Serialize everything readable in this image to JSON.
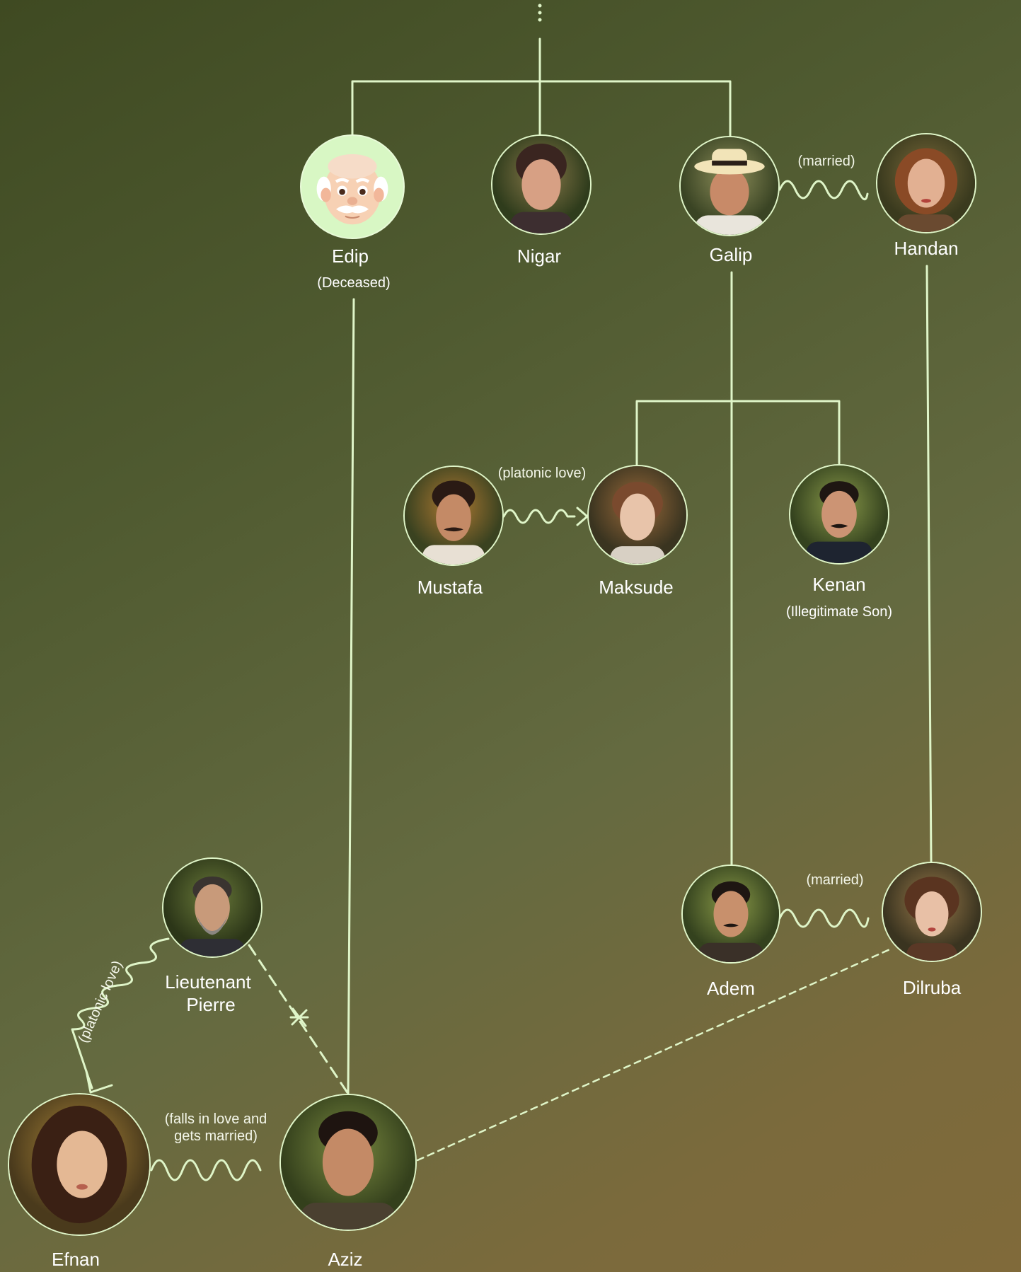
{
  "colors": {
    "line": "#dff5c8",
    "text": "#ffffff",
    "emoji_bg": "#d8f7c4"
  },
  "people": {
    "edip": {
      "name": "Edip",
      "note": "(Deceased)",
      "icon": "old-man-emoji-icon"
    },
    "nigar": {
      "name": "Nigar"
    },
    "galip": {
      "name": "Galip"
    },
    "handan": {
      "name": "Handan"
    },
    "mustafa": {
      "name": "Mustafa"
    },
    "maksude": {
      "name": "Maksude"
    },
    "kenan": {
      "name": "Kenan",
      "note": "(Illegitimate Son)"
    },
    "adem": {
      "name": "Adem"
    },
    "dilruba": {
      "name": "Dilruba"
    },
    "pierre": {
      "name_line1": "Lieutenant",
      "name_line2": "Pierre"
    },
    "efnan": {
      "name": "Efnan"
    },
    "aziz": {
      "name": "Aziz"
    }
  },
  "relations": {
    "galip_handan": "(married)",
    "mustafa_maksude": "(platonic love)",
    "adem_dilruba": "(married)",
    "pierre_efnan": "(platonic love)",
    "efnan_aziz_line1": "(falls in love and",
    "efnan_aziz_line2": "gets married)"
  }
}
